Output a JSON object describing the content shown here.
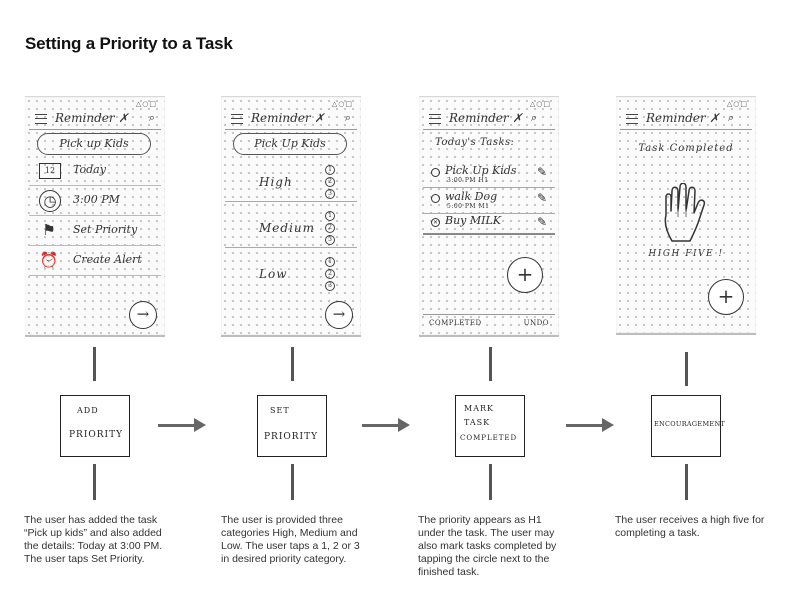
{
  "title": "Setting a Priority to a Task",
  "status_icons": "△○□",
  "app_title": "Reminder ✗",
  "search_glyph": "⌕",
  "screen1": {
    "task_pill": "Pick up Kids",
    "rows": [
      {
        "icon": "calendar-icon",
        "glyph": "12",
        "label": "Today"
      },
      {
        "icon": "clock-icon",
        "glyph": "◷",
        "label": "3:00 PM"
      },
      {
        "icon": "flag-icon",
        "glyph": "⚑",
        "label": "Set Priority"
      },
      {
        "icon": "alarm-icon",
        "glyph": "⏰",
        "label": "Create Alert"
      }
    ],
    "next_glyph": "→"
  },
  "screen2": {
    "task_pill": "Pick Up Kids",
    "levels": [
      {
        "label": "High",
        "nums": [
          "1",
          "2",
          "3"
        ]
      },
      {
        "label": "Medium",
        "nums": [
          "1",
          "2",
          "3"
        ]
      },
      {
        "label": "Low",
        "nums": [
          "1",
          "2",
          "3"
        ]
      }
    ],
    "next_glyph": "→"
  },
  "screen3": {
    "heading": "Today's Tasks:",
    "tasks": [
      {
        "name": "Pick Up Kids",
        "sub": "3:00 PM  H1",
        "check": ""
      },
      {
        "name": "walk Dog",
        "sub": "5:00 PM  M1",
        "check": ""
      },
      {
        "name": "Buy MILK",
        "sub": "",
        "check": "✕"
      }
    ],
    "pen_glyph": "✎",
    "add_glyph": "+",
    "completed_label": "COMPLETED",
    "undo_label": "UNDO"
  },
  "screen4": {
    "heading": "Task Completed",
    "high_five_label": "HIGH FIVE !",
    "add_glyph": "+"
  },
  "cards": [
    {
      "lines": [
        "ADD",
        "PRIORITY"
      ]
    },
    {
      "lines": [
        "SET",
        "PRIORITY"
      ]
    },
    {
      "lines": [
        "MARK",
        "TASK",
        "COMPLETED"
      ]
    },
    {
      "lines": [
        "ENCOURAGEMENT"
      ]
    }
  ],
  "captions": [
    "The user has added the task “Pick up kids” and also added the details: Today at 3:00 PM. The user taps Set Priority.",
    "The user is provided three categories High, Medium and Low. The user taps a 1, 2 or 3 in desired priority category.",
    "The priority appears as H1 under the task. The user may also mark tasks completed by tapping the circle next to the finished task.",
    "The user receives a high five for completing a task."
  ],
  "colors": {
    "connector": "#555555",
    "arrow": "#666666",
    "sketch_bg": "#fbfbfb"
  }
}
